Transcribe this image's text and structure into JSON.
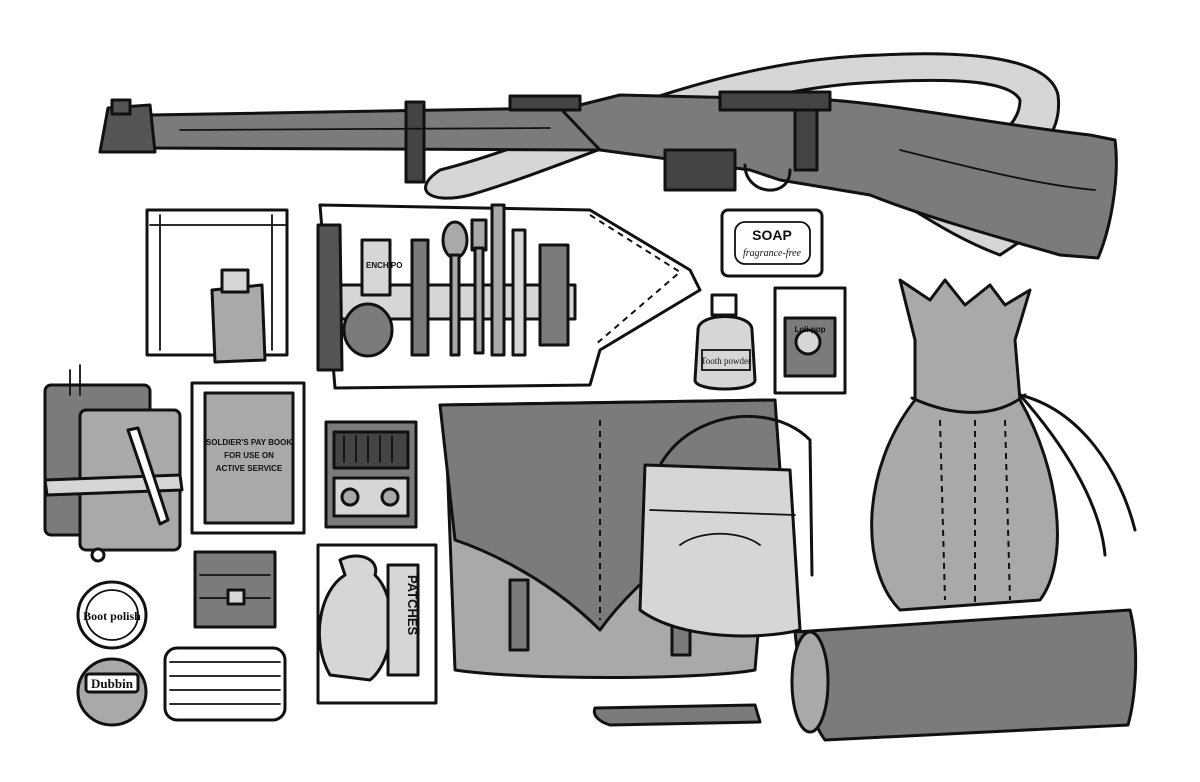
{
  "labels": {
    "soap_title": "SOAP",
    "soap_sub": "fragrance-free",
    "tin_label": "ENCH PO",
    "tooth_powder": "Tooth powder",
    "pay_book_line1": "SOLDIER'S PAY BOOK",
    "pay_book_line2": "FOR USE ON",
    "pay_book_line3": "ACTIVE SERVICE",
    "boot_polish": "Boot polish",
    "dubbin": "Dubbin",
    "patches": "PATCHES",
    "tin_box": "Loli pop"
  },
  "colors": {
    "ink": "#111111",
    "dark_grey": "#7b7b7b",
    "mid_grey": "#a9a9a9",
    "light_grey": "#d6d6d6",
    "paper": "#ffffff"
  }
}
